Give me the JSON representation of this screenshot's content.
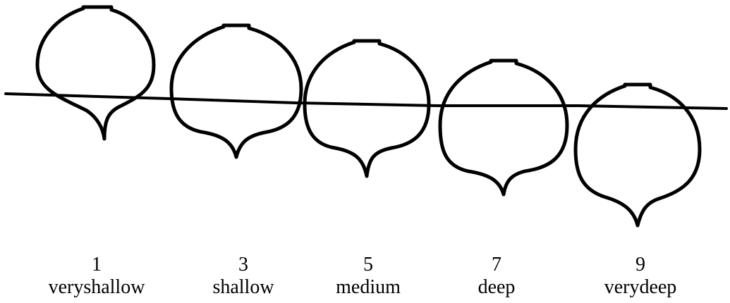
{
  "bulbs": [
    {
      "score": "1",
      "label": "veryshallow"
    },
    {
      "score": "3",
      "label": "shallow"
    },
    {
      "score": "5",
      "label": "medium"
    },
    {
      "score": "7",
      "label": "deep"
    },
    {
      "score": "9",
      "label": "verydeep"
    }
  ]
}
